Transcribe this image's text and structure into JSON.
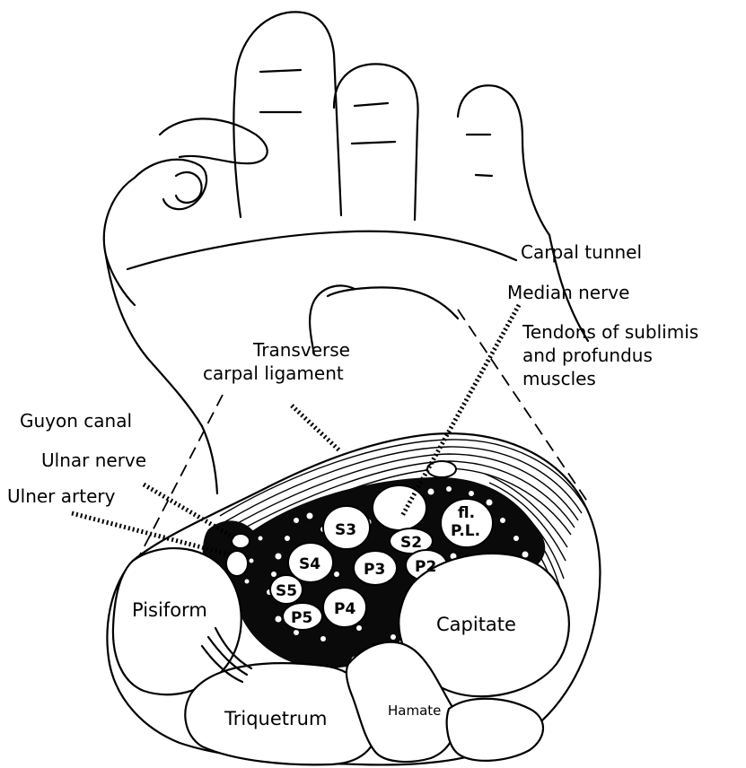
{
  "labels": {
    "carpal_tunnel": "Carpal tunnel",
    "median_nerve": "Median nerve",
    "tendons_line1": "Tendons of sublimis",
    "tendons_line2": "and profundus",
    "tendons_line3": "muscles",
    "transverse_line1": "Transverse",
    "transverse_line2": "carpal ligament",
    "guyon_canal": "Guyon canal",
    "ulnar_nerve": "Ulnar nerve",
    "ulner_artery": "Ulner artery"
  },
  "bones": {
    "pisiform": "Pisiform",
    "capitate": "Capitate",
    "triquetrum": "Triquetrum",
    "hamate": "Hamate"
  },
  "tendons": {
    "s3": "S3",
    "s2": "S2",
    "s4": "S4",
    "p3": "P3",
    "p2": "P2",
    "s5": "S5",
    "p4": "P4",
    "p5": "P5",
    "fl_line1": "fl.",
    "fl_line2": "P.L."
  }
}
